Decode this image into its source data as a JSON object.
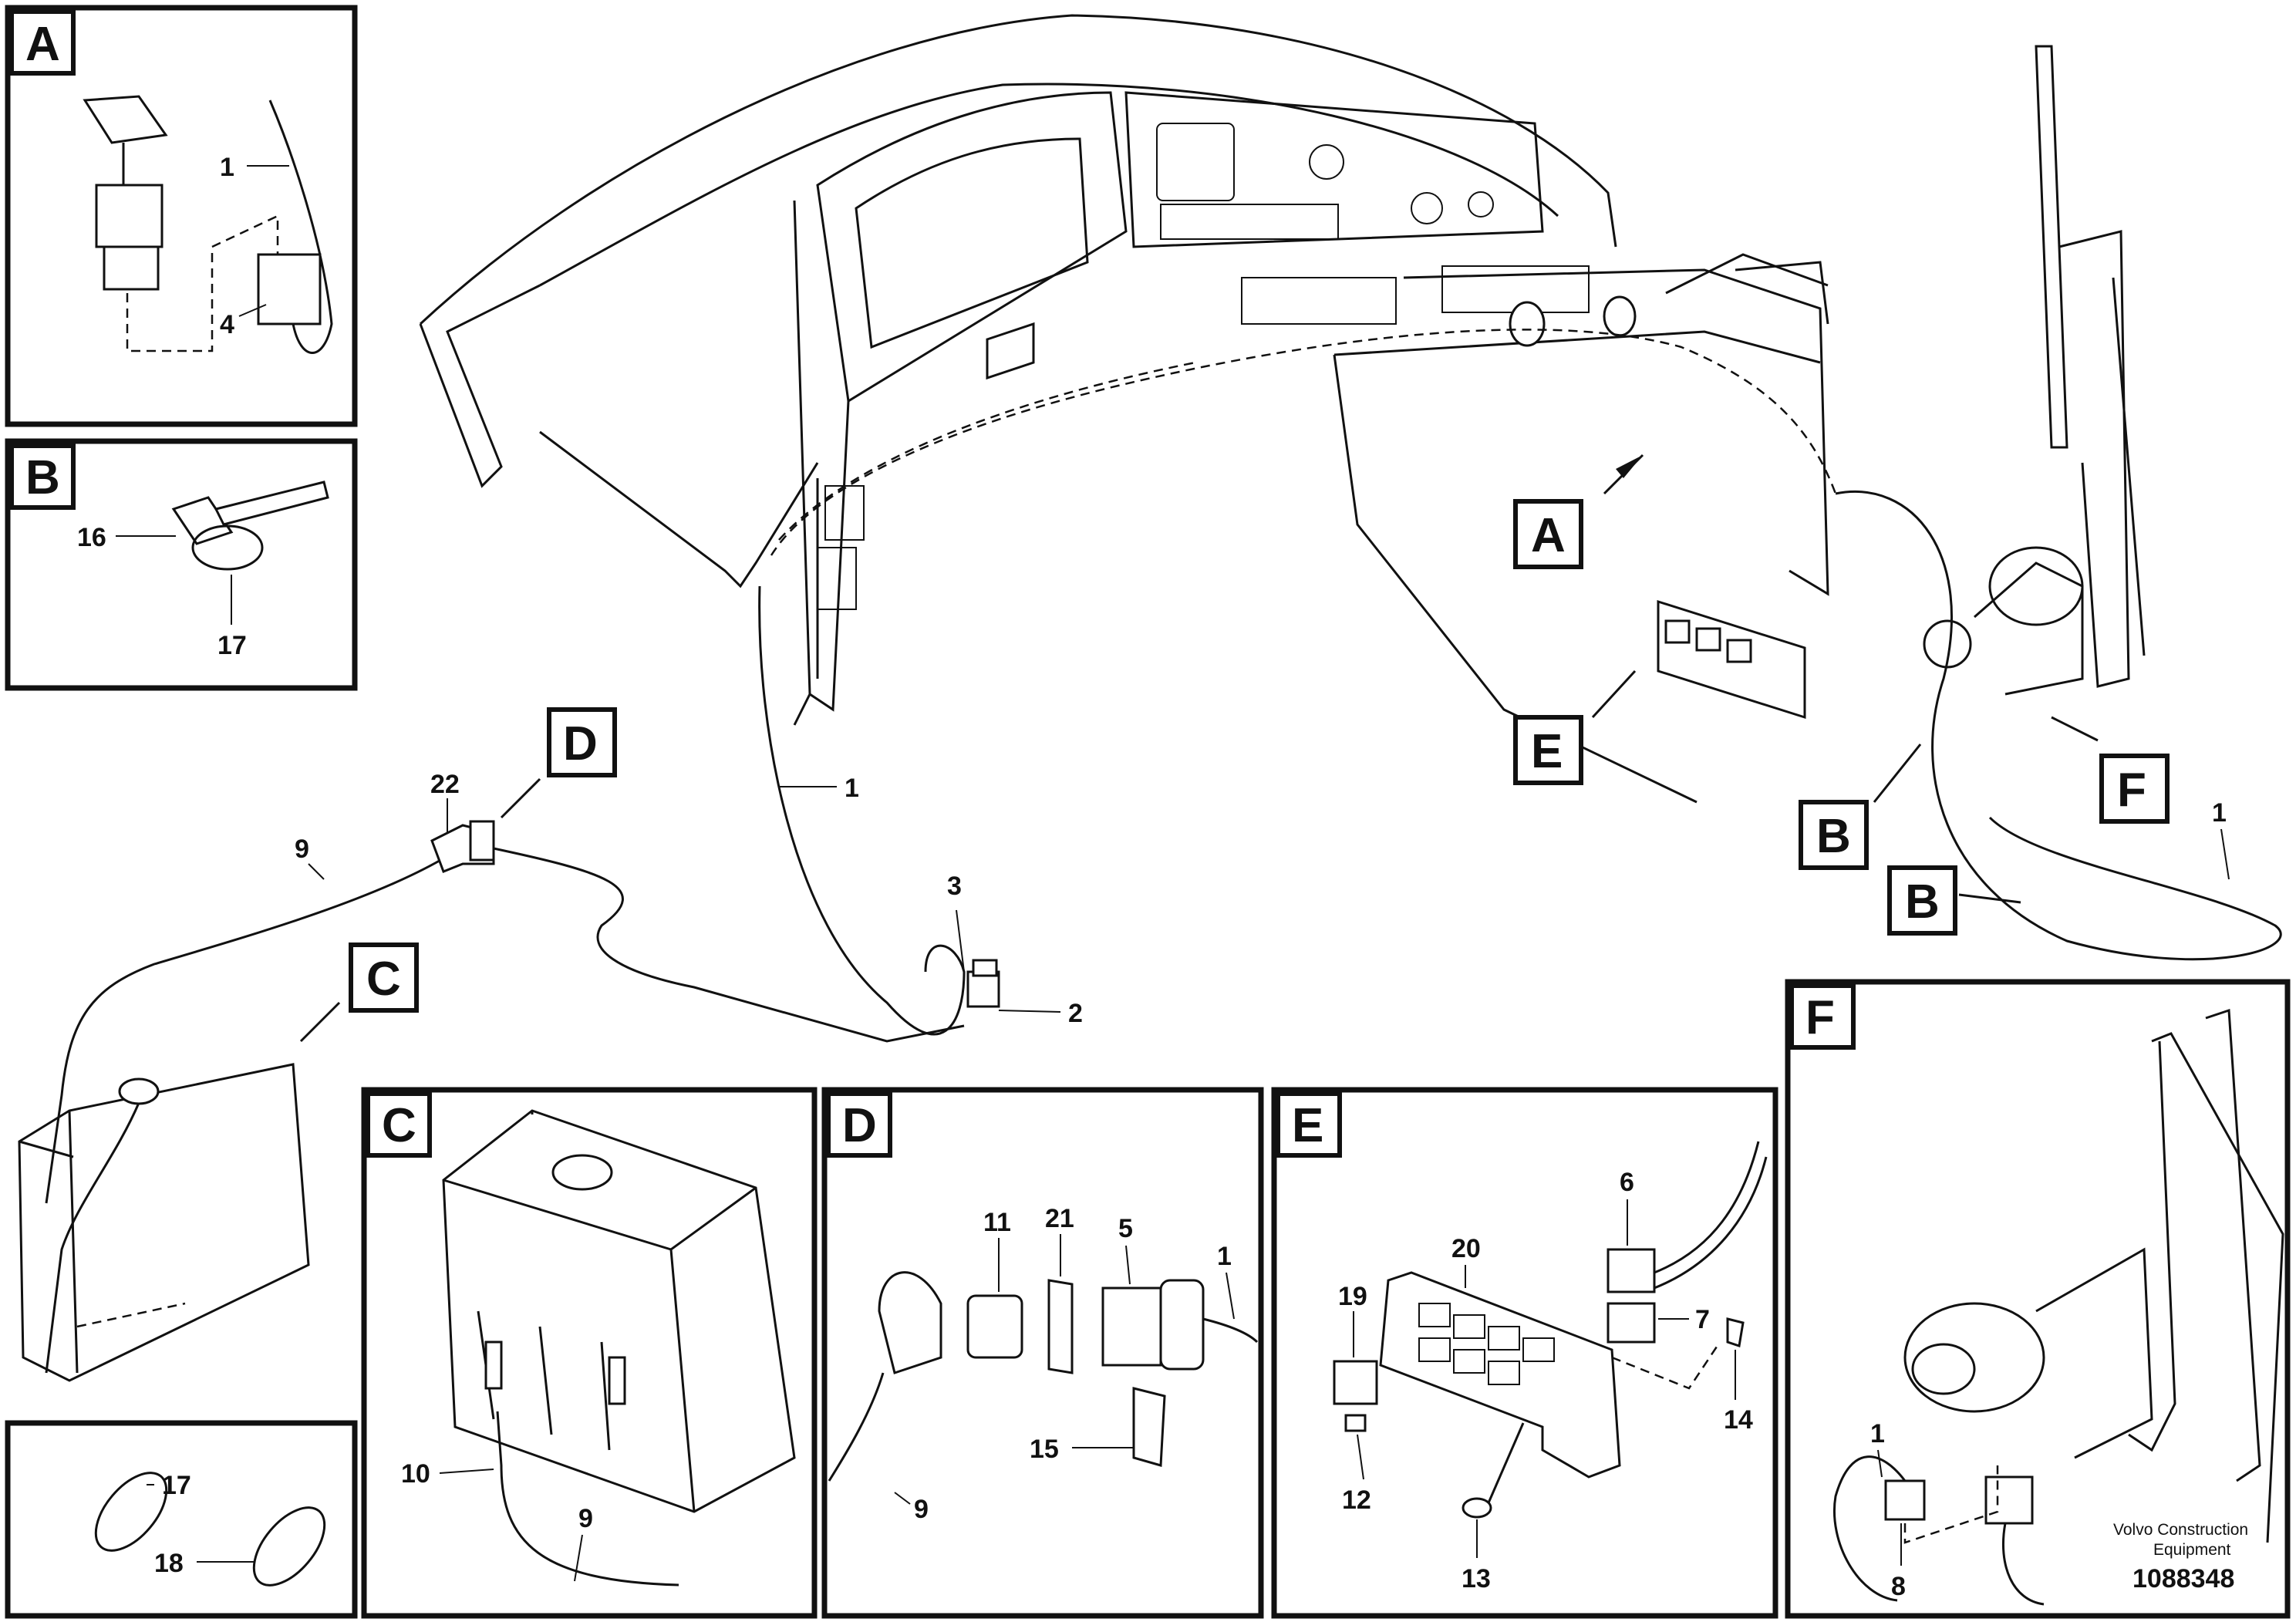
{
  "views": {
    "A": {
      "title": "A",
      "callouts": [
        "1",
        "4"
      ]
    },
    "B": {
      "title": "B",
      "callouts": [
        "16",
        "17"
      ]
    },
    "C": {
      "title": "C",
      "callouts": [
        "10",
        "9"
      ]
    },
    "D": {
      "title": "D",
      "callouts": [
        "11",
        "21",
        "5",
        "1",
        "15",
        "9"
      ]
    },
    "E": {
      "title": "E",
      "callouts": [
        "6",
        "20",
        "19",
        "7",
        "14",
        "12",
        "13"
      ]
    },
    "F": {
      "title": "F",
      "callouts": [
        "1",
        "8"
      ]
    },
    "ties": {
      "callouts": [
        "17",
        "18"
      ]
    }
  },
  "main": {
    "callouts": [
      "22",
      "9",
      "1",
      "3",
      "2",
      "1"
    ],
    "view_tags": [
      "A",
      "B",
      "B",
      "C",
      "D",
      "E",
      "F"
    ]
  },
  "footer": {
    "company_line1": "Volvo Construction",
    "company_line2": "Equipment",
    "drawing_number": "1088348"
  }
}
